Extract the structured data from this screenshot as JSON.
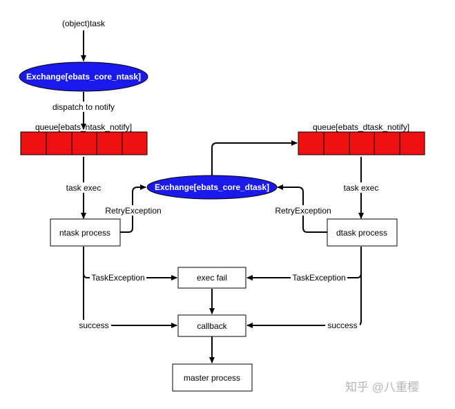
{
  "colors": {
    "exchange_fill": "#1a1aee",
    "queue_fill": "#ee1111",
    "line": "#000000"
  },
  "nodes": {
    "start_label": "(object)task",
    "exchange_ntask": "Exchange[ebats_core_ntask]",
    "queue_ntask_label": "queue[ebats_ntask_notify]",
    "exchange_dtask": "Exchange[ebats_core_dtask]",
    "queue_dtask_label": "queue[ebats_dtask_notify]",
    "ntask_process": "ntask process",
    "dtask_process": "dtask process",
    "exec_fail": "exec fail",
    "callback": "callback",
    "master_process": "master process"
  },
  "queues": {
    "ntask_cells": 5,
    "dtask_cells": 5
  },
  "edge_labels": {
    "dispatch_to_notify": "dispatch to notify",
    "task_exec_left": "task exec",
    "task_exec_right": "task exec",
    "retry_left": "RetryException",
    "retry_right": "RetryException",
    "task_exception_left": "TaskException",
    "task_exception_right": "TaskException",
    "success_left": "success",
    "success_right": "success"
  },
  "watermark": "知乎 @八重樱"
}
